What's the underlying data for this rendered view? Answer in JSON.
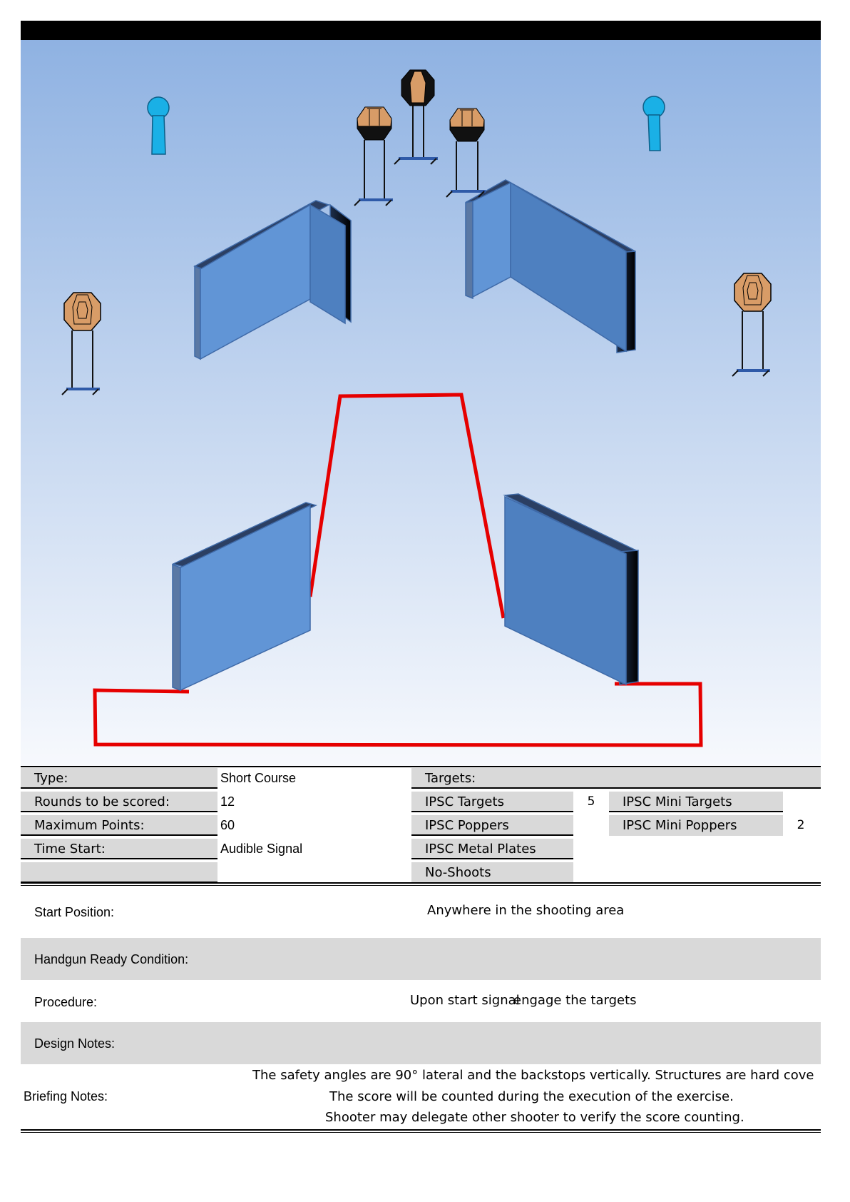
{
  "details": {
    "type_label": "Type:",
    "type_value": "Short Course",
    "rounds_label": "Rounds to be scored:",
    "rounds_value": "12",
    "max_points_label": "Maximum Points:",
    "max_points_value": "60",
    "time_start_label": "Time Start:",
    "time_start_value": "Audible Signal"
  },
  "targets": {
    "heading": "Targets:",
    "ipsc_targets_label": "IPSC Targets",
    "ipsc_targets_value": "5",
    "ipsc_poppers_label": "IPSC Poppers",
    "ipsc_metal_plates_label": "IPSC Metal Plates",
    "no_shoots_label": "No-Shoots",
    "ipsc_mini_targets_label": "IPSC Mini Targets",
    "ipsc_mini_poppers_label": "IPSC Mini Poppers",
    "ipsc_mini_poppers_value": "2"
  },
  "sections": {
    "start_position_label": "Start Position:",
    "start_position_value": "Anywhere in the shooting area",
    "ready_condition_label": "Handgun Ready Condition:",
    "procedure_label": "Procedure:",
    "procedure_value_a": "Upon start signal",
    "procedure_value_b": "engage the targets",
    "design_notes_label": "Design Notes:",
    "briefing_label": "Briefing Notes:",
    "briefing_line1": "The safety angles are 90° lateral and the backstops vertically. Structures are hard cove",
    "briefing_line2": "The score will be counted during the execution of the exercise.",
    "briefing_line3": "Shooter may delegate other shooter to verify the score counting."
  },
  "colors": {
    "sky_top": "#8fb2e2",
    "sky_bottom": "#f7f9fd",
    "wall_face": "#6195d6",
    "wall_dark": "#4e80c0",
    "target_tan": "#d89c67",
    "popper_cyan": "#1ab0e6",
    "fault_line": "#e60000",
    "label_grey": "#d9d9d9"
  }
}
